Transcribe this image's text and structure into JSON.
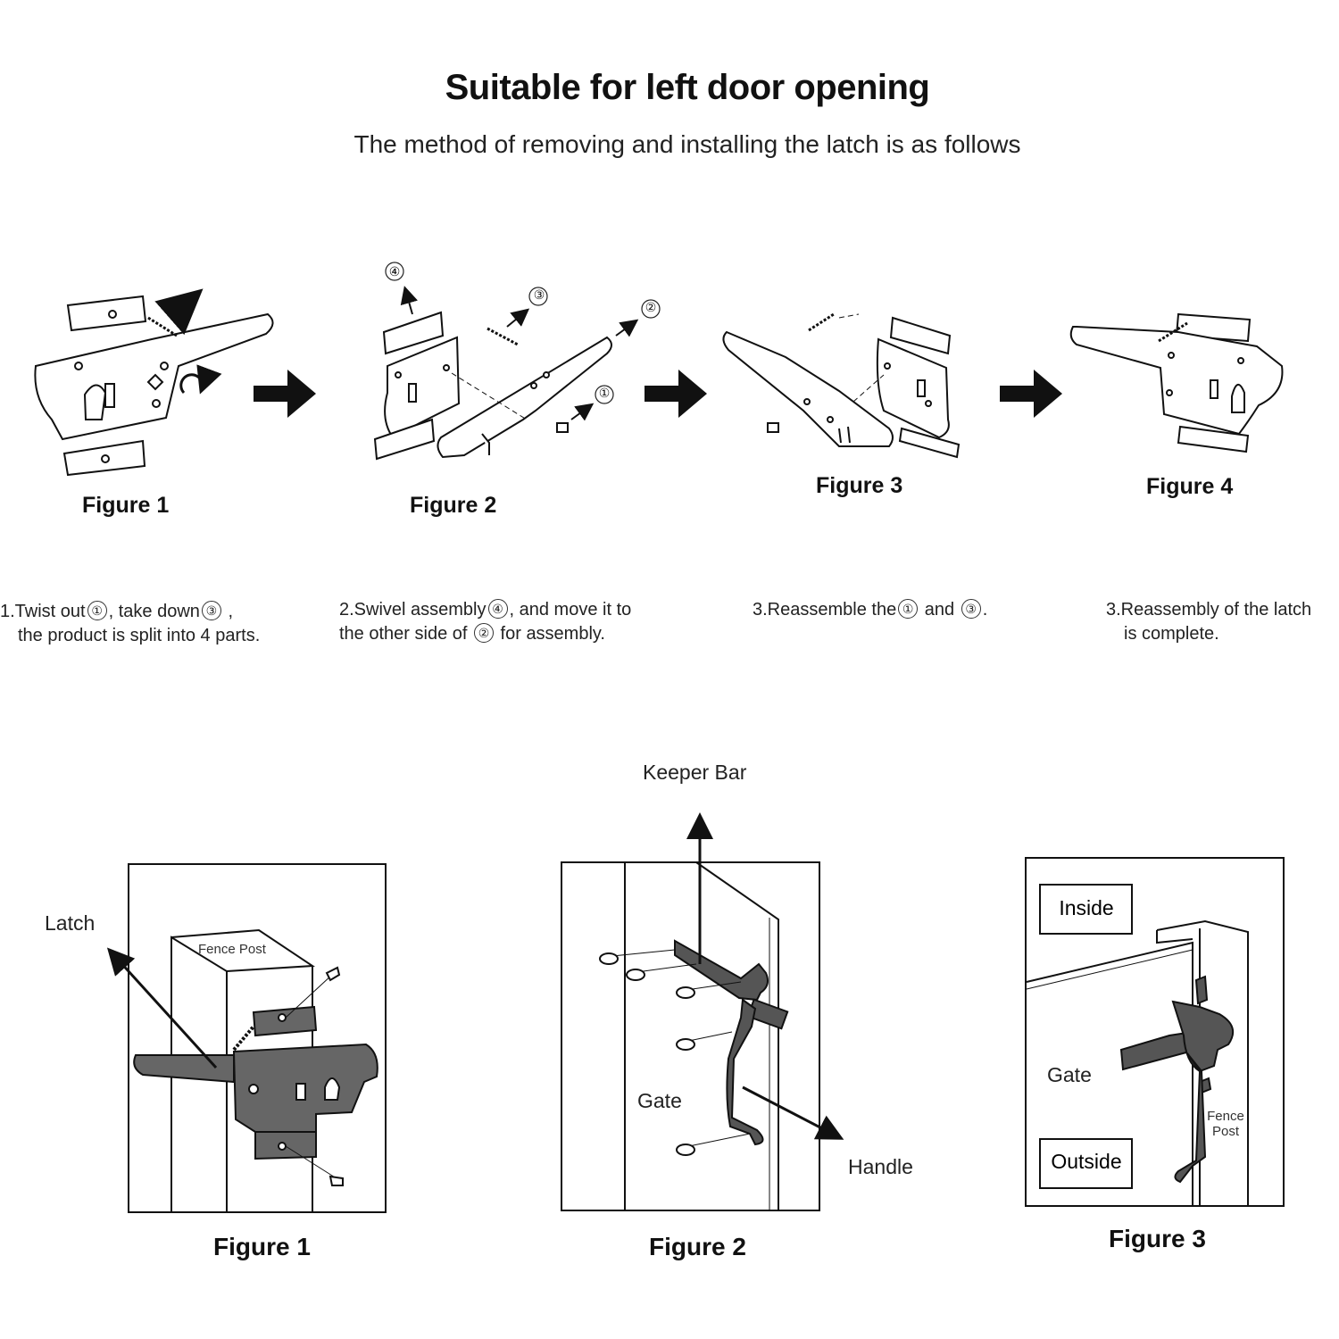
{
  "header": {
    "title": "Suitable for left door opening",
    "subtitle": "The method of removing and installing the latch is as follows"
  },
  "top_figures": [
    {
      "label": "Figure 1"
    },
    {
      "label": "Figure 2"
    },
    {
      "label": "Figure 3"
    },
    {
      "label": "Figure 4"
    }
  ],
  "part_numbers": {
    "n1": "①",
    "n2": "②",
    "n3": "③",
    "n4": "④"
  },
  "steps": {
    "s1_a": "1.Twist out",
    "s1_b": ",  take down",
    "s1_c": " ,",
    "s1_line2": "the product is split into 4 parts.",
    "s2_a": "2.Swivel assembly",
    "s2_b": ", and move it to",
    "s2_c": "the other side of ",
    "s2_d": " for assembly.",
    "s3_a": "3.Reassemble the",
    "s3_b": " and ",
    "s3_c": ".",
    "s4_line1": "3.Reassembly of the latch",
    "s4_line2": "is complete."
  },
  "bottom_figures": [
    {
      "label": "Figure 1",
      "callout": "Latch",
      "post_label": "Fence Post"
    },
    {
      "label": "Figure 2",
      "callout_top": "Keeper Bar",
      "callout_right": "Handle",
      "gate_label": "Gate"
    },
    {
      "label": "Figure 3",
      "inside": "Inside",
      "outside": "Outside",
      "gate_label": "Gate",
      "post_label_1": "Fence",
      "post_label_2": "Post"
    }
  ],
  "colors": {
    "line": "#111111",
    "metal": "#555555",
    "arrow": "#111111"
  },
  "icons": [
    "right-arrow-icon"
  ]
}
